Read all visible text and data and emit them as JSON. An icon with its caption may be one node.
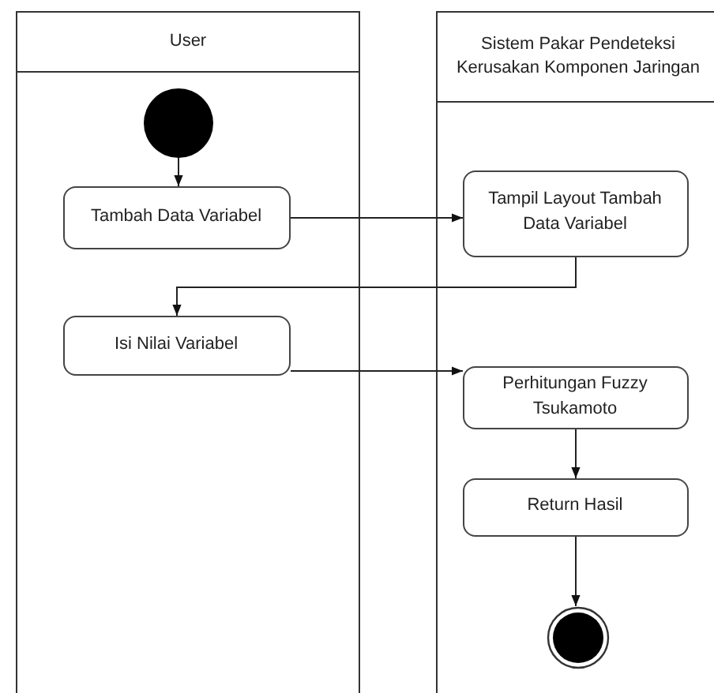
{
  "diagram": {
    "nodes": [
      {
        "text": [
          "User"
        ]
      },
      {
        "text": [],
        "shape": "circle",
        "in": 0
      },
      {
        "text": [
          "Tambah Data Variabel"
        ],
        "in": 0
      },
      {
        "text": [
          "Isi Nilai Variabel"
        ],
        "in": 0
      },
      {
        "text": [
          "Sistem Pakar Pendeteksi Kerusakan Komponen Jaringan"
        ]
      },
      {
        "text": [
          "Tampil Layout Tambah Data Variabel"
        ],
        "in": 4
      },
      {
        "text": [
          "Perhitungan Fuzzy Tsukamoto"
        ],
        "in": 4
      },
      {
        "text": [
          "Return Hasil"
        ],
        "in": 4
      },
      {
        "text": [],
        "shape": "bullseye",
        "in": 4
      }
    ],
    "edges": [
      {
        "from": 1,
        "to": 2,
        "arrow": "to"
      },
      {
        "from": 2,
        "to": 5,
        "arrow": "to"
      },
      {
        "from": 5,
        "to": 3,
        "arrow": "to"
      },
      {
        "from": 3,
        "to": 6,
        "arrow": "to"
      },
      {
        "from": 6,
        "to": 7,
        "arrow": "to"
      },
      {
        "from": 7,
        "to": 8,
        "arrow": "to"
      }
    ]
  }
}
